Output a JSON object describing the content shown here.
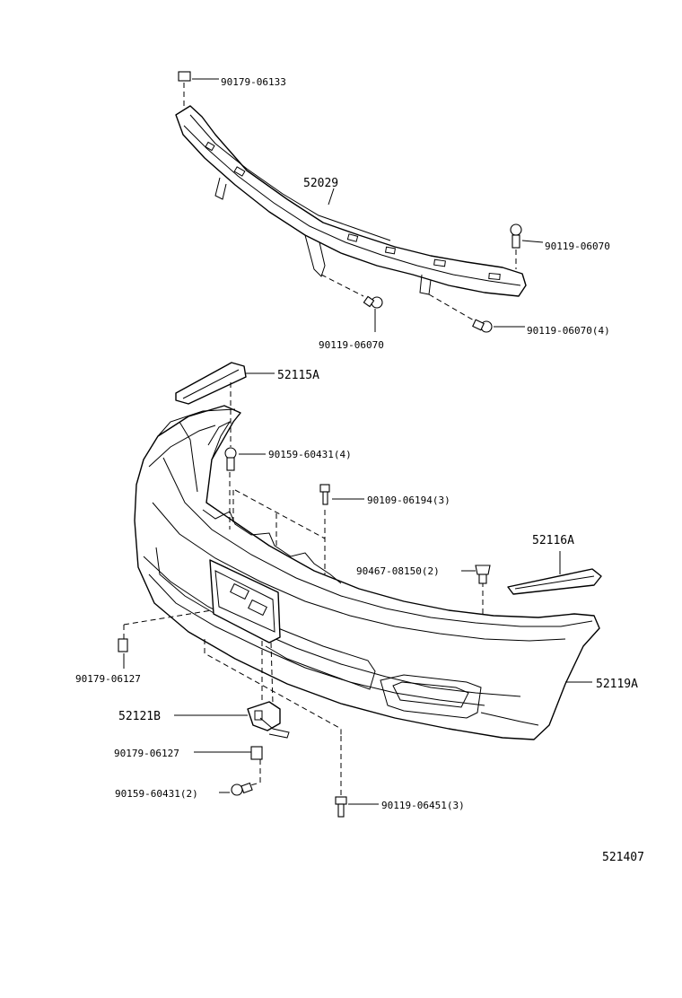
{
  "labels": {
    "p90179_06133": "90179-06133",
    "p52029": "52029",
    "p90119_06070_a": "90119-06070",
    "p90119_06070_b": "90119-06070",
    "p90119_06070_4": "90119-06070(4)",
    "p52115A": "52115A",
    "p90159_60431_4": "90159-60431(4)",
    "p90109_06194_3": "90109-06194(3)",
    "p52116A": "52116A",
    "p90467_08150_2": "90467-08150(2)",
    "p90179_06127_a": "90179-06127",
    "p52119A": "52119A",
    "p52121B": "52121B",
    "p90179_06127_b": "90179-06127",
    "p90159_60431_2": "90159-60431(2)",
    "p90119_06451_3": "90119-06451(3)",
    "diagram_number": "521407"
  }
}
